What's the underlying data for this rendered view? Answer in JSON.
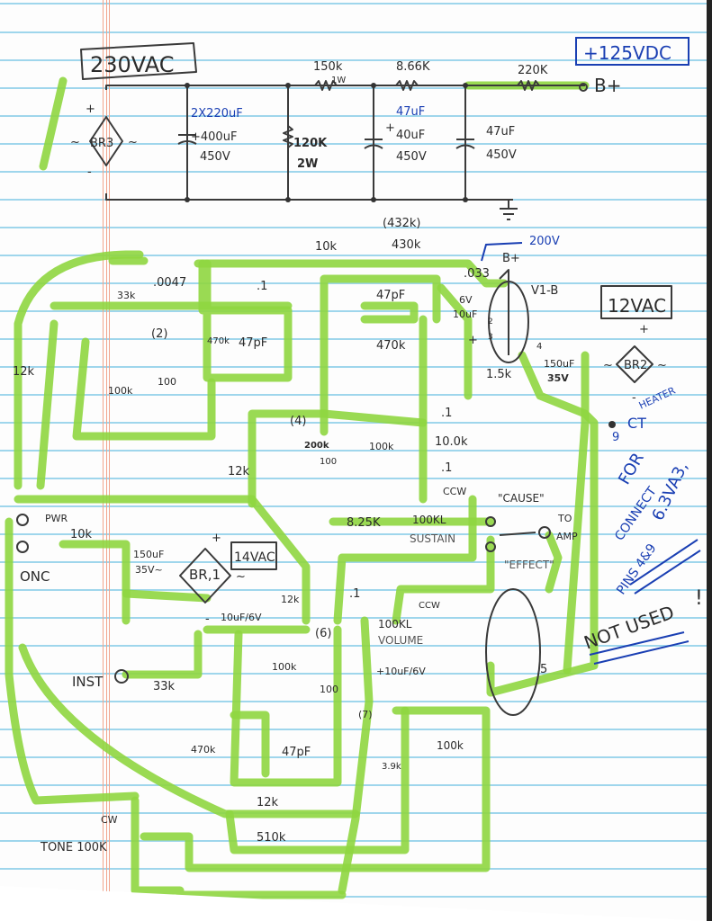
{
  "document": {
    "type": "hand-drawn schematic on lined notebook paper"
  },
  "colors": {
    "pencil": "#3a3a3a",
    "pen_blue": "#1a3fb3",
    "highlighter": "#8fd640",
    "rule_line": "#9fd6ec",
    "margin": "#f1a58d"
  },
  "power_supply": {
    "mains_box": "230VAC",
    "bplus_box": "+125VDC",
    "bridge": "BR3",
    "plus": "+",
    "minus": "-",
    "ac1": "~",
    "ac2": "~",
    "r1": "150k",
    "r1_watt": "1W",
    "r2": "8.66K",
    "r3": "220K",
    "bplus": "B+",
    "c1_blue": "2X220uF",
    "c1": "+400uF",
    "c1_v": "450V",
    "r_bleed": "120K",
    "r_bleed_w": "2W",
    "c2_blue": "47uF",
    "c2": "40uF",
    "c2_v": "450V",
    "c2_plus": "+",
    "c3": "47uF",
    "c3_v": "450V",
    "total": "(432k)"
  },
  "preamp": {
    "r10k": "10k",
    "r430k": "430k",
    "v200": "200V",
    "bplus": "B+",
    "c033": ".033",
    "tube": "V1-B",
    "box12vac": "12VAC",
    "c0047": ".0047",
    "r33k": "33k",
    "c01a": ".1",
    "q2": "(2)",
    "r470k_a": "470k",
    "c47pf_a": "47pF",
    "r12k_a": "12k",
    "r100k_a": "100k",
    "r100_a": "100",
    "c47pf_b": "47pF",
    "r470k_b": "470k",
    "c6v": "6V",
    "c10uf": "10uF",
    "c_plus": "+",
    "r1_5k": "1.5k",
    "pin2": "2",
    "pin3": "3",
    "pin4": "4",
    "c150uf": "150uF",
    "c35v": "35V",
    "br2": "BR2",
    "br2_plus": "+",
    "br2_minus": "-",
    "ac1": "~",
    "ac2": "~",
    "q4": "(4)",
    "r200k": "200k",
    "r100k_b": "100k",
    "r100_b": "100",
    "r12k_b": "12k",
    "c01b": ".1",
    "r10_0k": "10.0k",
    "c01c": ".1"
  },
  "notes": {
    "heater": "HEATER",
    "nine": "9",
    "ct": "CT",
    "for": "FOR",
    "tube": "6.3VA3,",
    "connect": "CONNECT",
    "pins": "PINS 4&9",
    "not_used": "NOT USED",
    "bang": "!"
  },
  "lower": {
    "ccw1": "CCW",
    "r8_25k": "8.25K",
    "sustain_pot": "100KL",
    "sustain": "SUSTAIN",
    "cause": "\"CAUSE\"",
    "to": "TO",
    "amp": "AMP",
    "effect": "\"EFFECT\"",
    "pwr": "PWR",
    "r10k": "10k",
    "onc": "ONC",
    "c150uf": "150uF",
    "c35v": "35V~",
    "br1": "BR,1",
    "box14vac": "14VAC",
    "br1_plus": "+",
    "br1_ac": "~",
    "r12k_c": "12k",
    "c01d": ".1",
    "ccw2": "CCW",
    "volume_pot": "100KL",
    "volume": "VOLUME",
    "c10uf6v_a": "10uF/6V",
    "minus": "-",
    "q6": "(6)",
    "inst": "INST",
    "r33k": "33k",
    "r100k_c": "100k",
    "r100_c": "100",
    "c10uf6v_b": "+10uF/6V",
    "pin5": "5",
    "q7": "(7)",
    "r3_9k": "3.9k",
    "r100k_d": "100k",
    "r470k_c": "470k",
    "c47pf_c": "47pF",
    "r12k_d": "12k",
    "r510k": "510k",
    "cw": "CW",
    "tone": "TONE 100K"
  }
}
